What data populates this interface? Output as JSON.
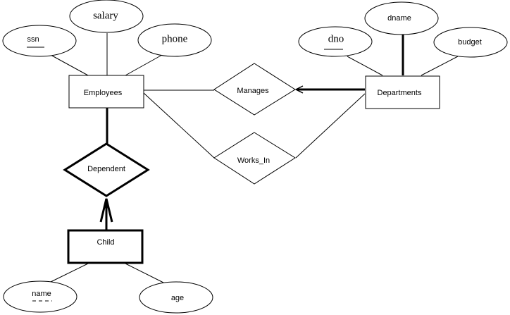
{
  "diagram": {
    "type": "ER diagram",
    "entities": {
      "employees": "Employees",
      "departments": "Departments",
      "child": "Child"
    },
    "relationships": {
      "manages": "Manages",
      "works_in": "Works_In",
      "dependent": "Dependent"
    },
    "attributes": {
      "ssn": "ssn",
      "salary": "salary",
      "phone": "phone",
      "dno": "dno",
      "dname": "dname",
      "budget": "budget",
      "name": "name",
      "age": "age"
    },
    "keys": {
      "employees_key": "ssn",
      "departments_key": "dno",
      "child_partial_key": "name"
    },
    "weak_entity": "Child",
    "identifying_relationship": "Dependent"
  }
}
